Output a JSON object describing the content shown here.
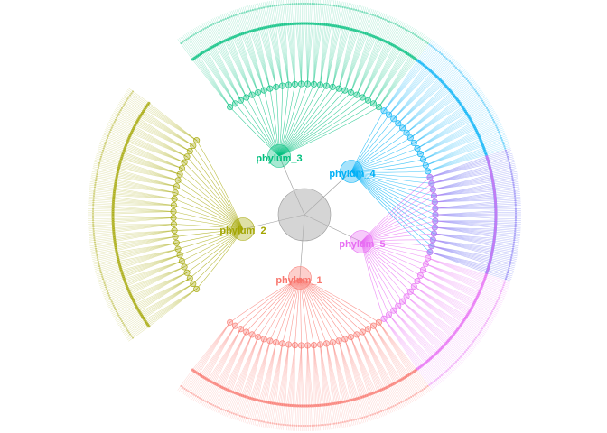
{
  "chart_data": {
    "type": "circular-dendrogram",
    "title": "",
    "root": {
      "color": "#b3b3b3"
    },
    "phyla": [
      {
        "label": "phylum_1",
        "color": "#f8766d",
        "n_classes": 26
      },
      {
        "label": "phylum_2",
        "color": "#a3a500",
        "n_classes": 26
      },
      {
        "label": "phylum_3",
        "color": "#00bf7d",
        "n_classes": 26
      },
      {
        "label": "phylum_4",
        "color": "#00b0f6",
        "n_classes": 26
      },
      {
        "label": "phylum_5",
        "color": "#e76bf3",
        "n_classes": 26
      }
    ]
  }
}
